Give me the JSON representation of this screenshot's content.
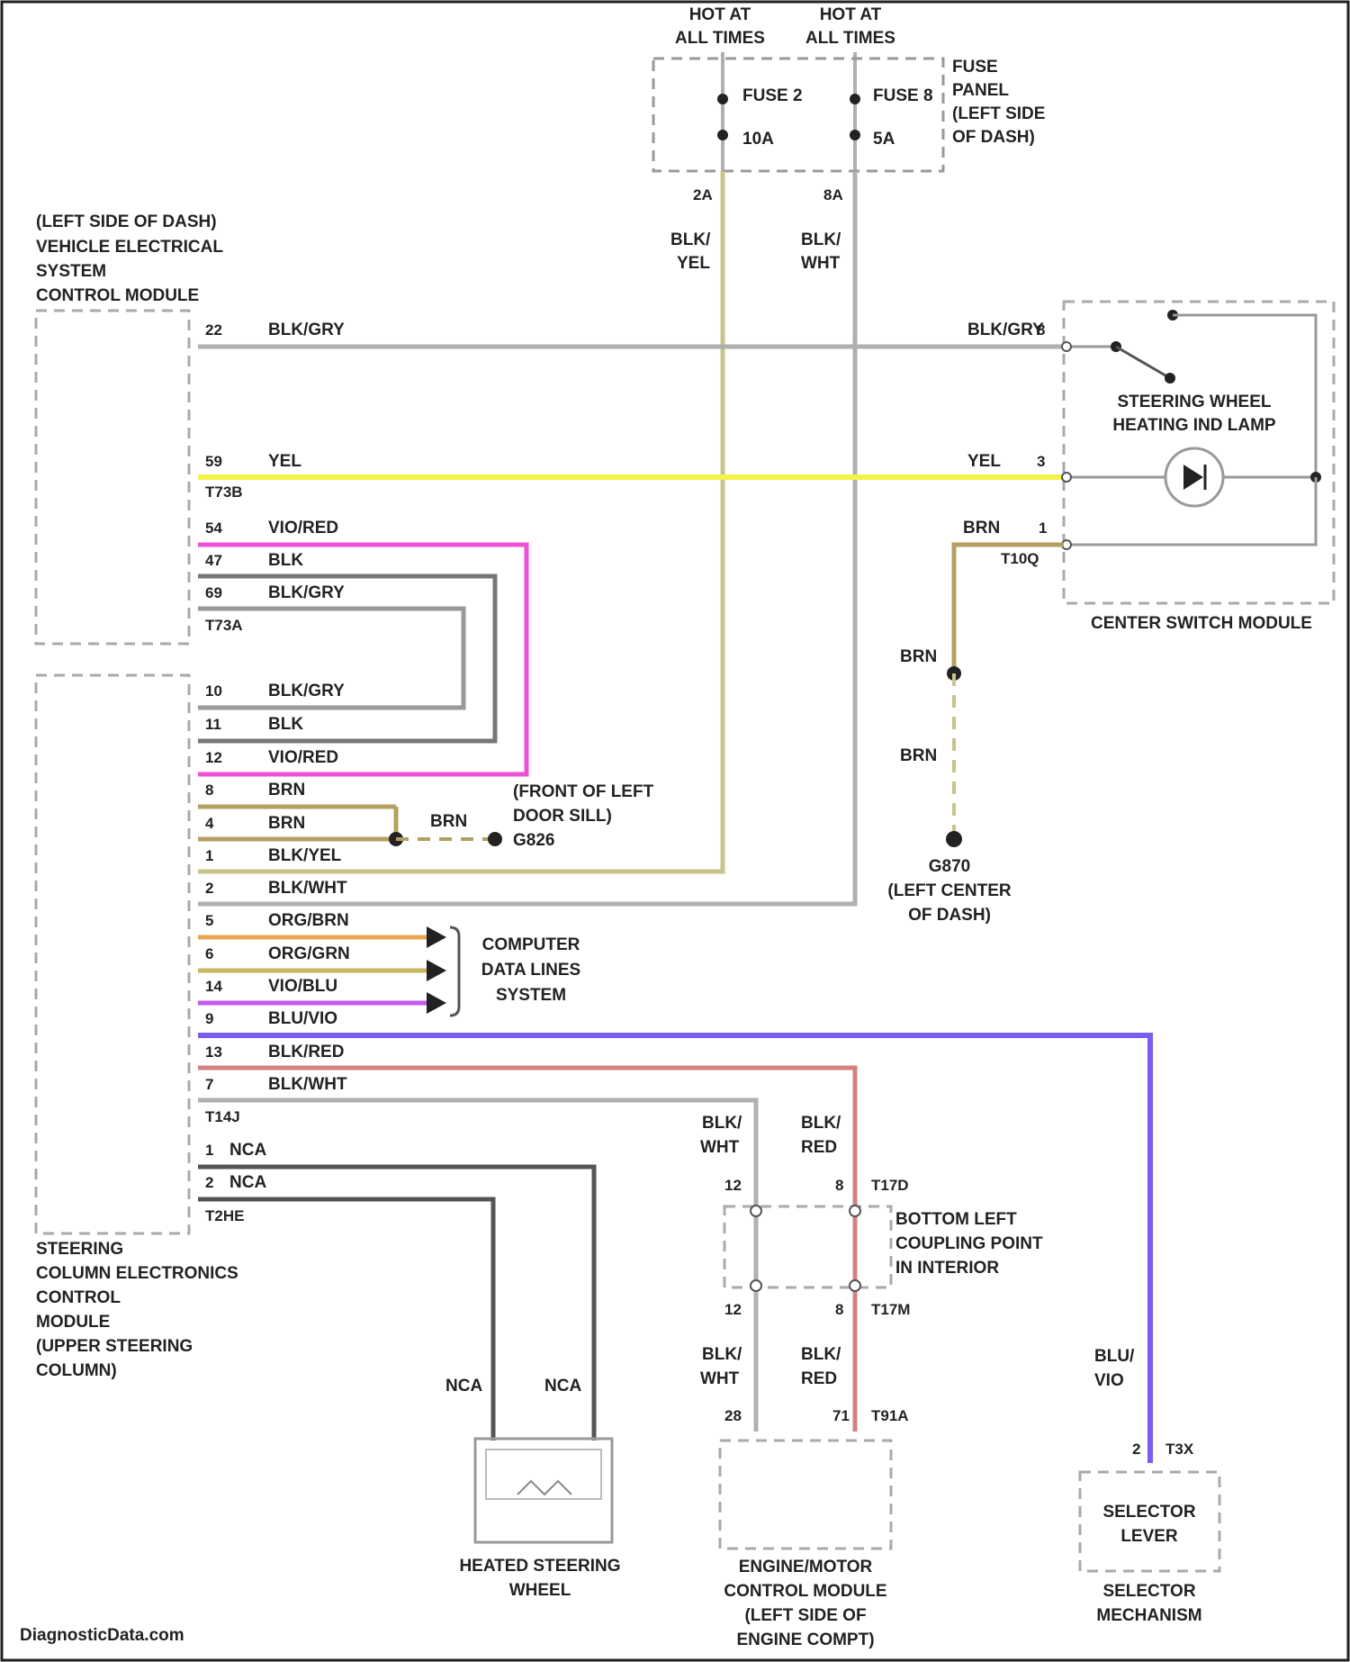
{
  "supply": {
    "hot1": [
      "HOT AT",
      "ALL TIMES"
    ],
    "hot2": [
      "HOT AT",
      "ALL TIMES"
    ],
    "fuse2": "FUSE 2",
    "fuse2_rating": "10A",
    "fuse8": "FUSE 8",
    "fuse8_rating": "5A",
    "fuse_panel": [
      "FUSE",
      "PANEL",
      "(LEFT SIDE",
      "OF DASH)"
    ],
    "fuse2_pin": "2A",
    "fuse8_pin": "8A",
    "wire1_color": [
      "BLK/",
      "YEL"
    ],
    "wire2_color": [
      "BLK/",
      "WHT"
    ]
  },
  "vesc": {
    "label": [
      "(LEFT SIDE OF DASH)",
      "VEHICLE ELECTRICAL",
      "SYSTEM",
      "CONTROL MODULE"
    ],
    "pins": [
      {
        "pin": "22",
        "wire": "BLK/GRY"
      },
      {
        "pin": "59",
        "wire": "YEL"
      },
      {
        "pin": "54",
        "wire": "VIO/RED"
      },
      {
        "pin": "47",
        "wire": "BLK"
      },
      {
        "pin": "69",
        "wire": "BLK/GRY"
      }
    ],
    "conn1": "T73B",
    "conn2": "T73A"
  },
  "scem": {
    "label": [
      "STEERING",
      "COLUMN ELECTRONICS",
      "CONTROL",
      "MODULE",
      "(UPPER STEERING",
      "COLUMN)"
    ],
    "pins": [
      {
        "pin": "10",
        "wire": "BLK/GRY"
      },
      {
        "pin": "11",
        "wire": "BLK"
      },
      {
        "pin": "12",
        "wire": "VIO/RED"
      },
      {
        "pin": "8",
        "wire": "BRN"
      },
      {
        "pin": "4",
        "wire": "BRN"
      },
      {
        "pin": "1",
        "wire": "BLK/YEL"
      },
      {
        "pin": "2",
        "wire": "BLK/WHT"
      },
      {
        "pin": "5",
        "wire": "ORG/BRN"
      },
      {
        "pin": "6",
        "wire": "ORG/GRN"
      },
      {
        "pin": "14",
        "wire": "VIO/BLU"
      },
      {
        "pin": "9",
        "wire": "BLU/VIO"
      },
      {
        "pin": "13",
        "wire": "BLK/RED"
      },
      {
        "pin": "7",
        "wire": "BLK/WHT"
      }
    ],
    "conn_a": "T14J",
    "nca_pins": [
      {
        "pin": "1",
        "wire": "NCA"
      },
      {
        "pin": "2",
        "wire": "NCA"
      }
    ],
    "conn_b": "T2HE"
  },
  "center_switch": {
    "label": "CENTER SWITCH MODULE",
    "lamp_label": [
      "STEERING WHEEL",
      "HEATING IND LAMP"
    ],
    "pin8": "8",
    "pin3": "3",
    "pin1": "1",
    "wire8": "BLK/GRY",
    "wire3": "YEL",
    "wire1": "BRN",
    "conn": "T10Q"
  },
  "ground": {
    "brn1": "BRN",
    "brn2": "BRN",
    "name": "G870",
    "location": [
      "(LEFT CENTER",
      "OF DASH)"
    ]
  },
  "splice": {
    "wire": "BRN",
    "label": [
      "(FRONT OF LEFT",
      "DOOR SILL)"
    ],
    "name": "G826"
  },
  "cdl": [
    "COMPUTER",
    "DATA LINES",
    "SYSTEM"
  ],
  "coupling": {
    "label": [
      "BOTTOM LEFT",
      "COUPLING POINT",
      "IN INTERIOR"
    ],
    "wire_a": [
      "BLK/",
      "WHT"
    ],
    "wire_b": [
      "BLK/",
      "RED"
    ],
    "pin_top_a": "12",
    "pin_top_b": "8",
    "conn_top": "T17D",
    "pin_bot_a": "12",
    "pin_bot_b": "8",
    "conn_bot": "T17M",
    "wire_c": [
      "BLK/",
      "WHT"
    ],
    "wire_d": [
      "BLK/",
      "RED"
    ],
    "pin_ecm_a": "28",
    "pin_ecm_b": "71",
    "conn_ecm": "T91A"
  },
  "ecm_label": [
    "ENGINE/MOTOR",
    "CONTROL MODULE",
    "(LEFT SIDE OF",
    "ENGINE COMPT)"
  ],
  "heated_wheel": {
    "nca1": "NCA",
    "nca2": "NCA",
    "label": [
      "HEATED STEERING",
      "WHEEL"
    ]
  },
  "selector": {
    "wire": [
      "BLU/",
      "VIO"
    ],
    "pin": "2",
    "conn": "T3X",
    "box": [
      "SELECTOR",
      "LEVER"
    ],
    "label": [
      "SELECTOR",
      "MECHANISM"
    ]
  },
  "watermark": "DiagnosticData.com",
  "colors": {
    "gray": "#b0b0b0",
    "yellow": "#f2f24a",
    "pink": "#ee52d4",
    "brn": "#b3a060",
    "blkyel": "#c9c48a",
    "org": "#e9a752",
    "orggrn": "#c7b860",
    "vio": "#c25af0",
    "bluvio": "#7c5cf0",
    "red": "#d58080",
    "dark": "#555555"
  }
}
